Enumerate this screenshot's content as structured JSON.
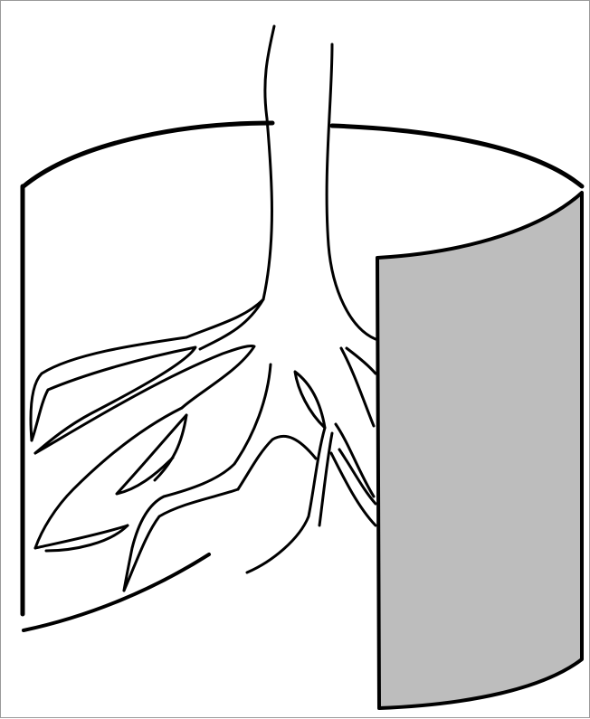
{
  "colors": {
    "background": "#ffffff",
    "line": "#000000",
    "barrier": "#bdbdbd",
    "frame_border": "#9a9a9a"
  },
  "figure": {
    "elements": [
      "cylinder-outline",
      "tree-trunk",
      "tree-roots",
      "curved-barrier-panel"
    ]
  }
}
